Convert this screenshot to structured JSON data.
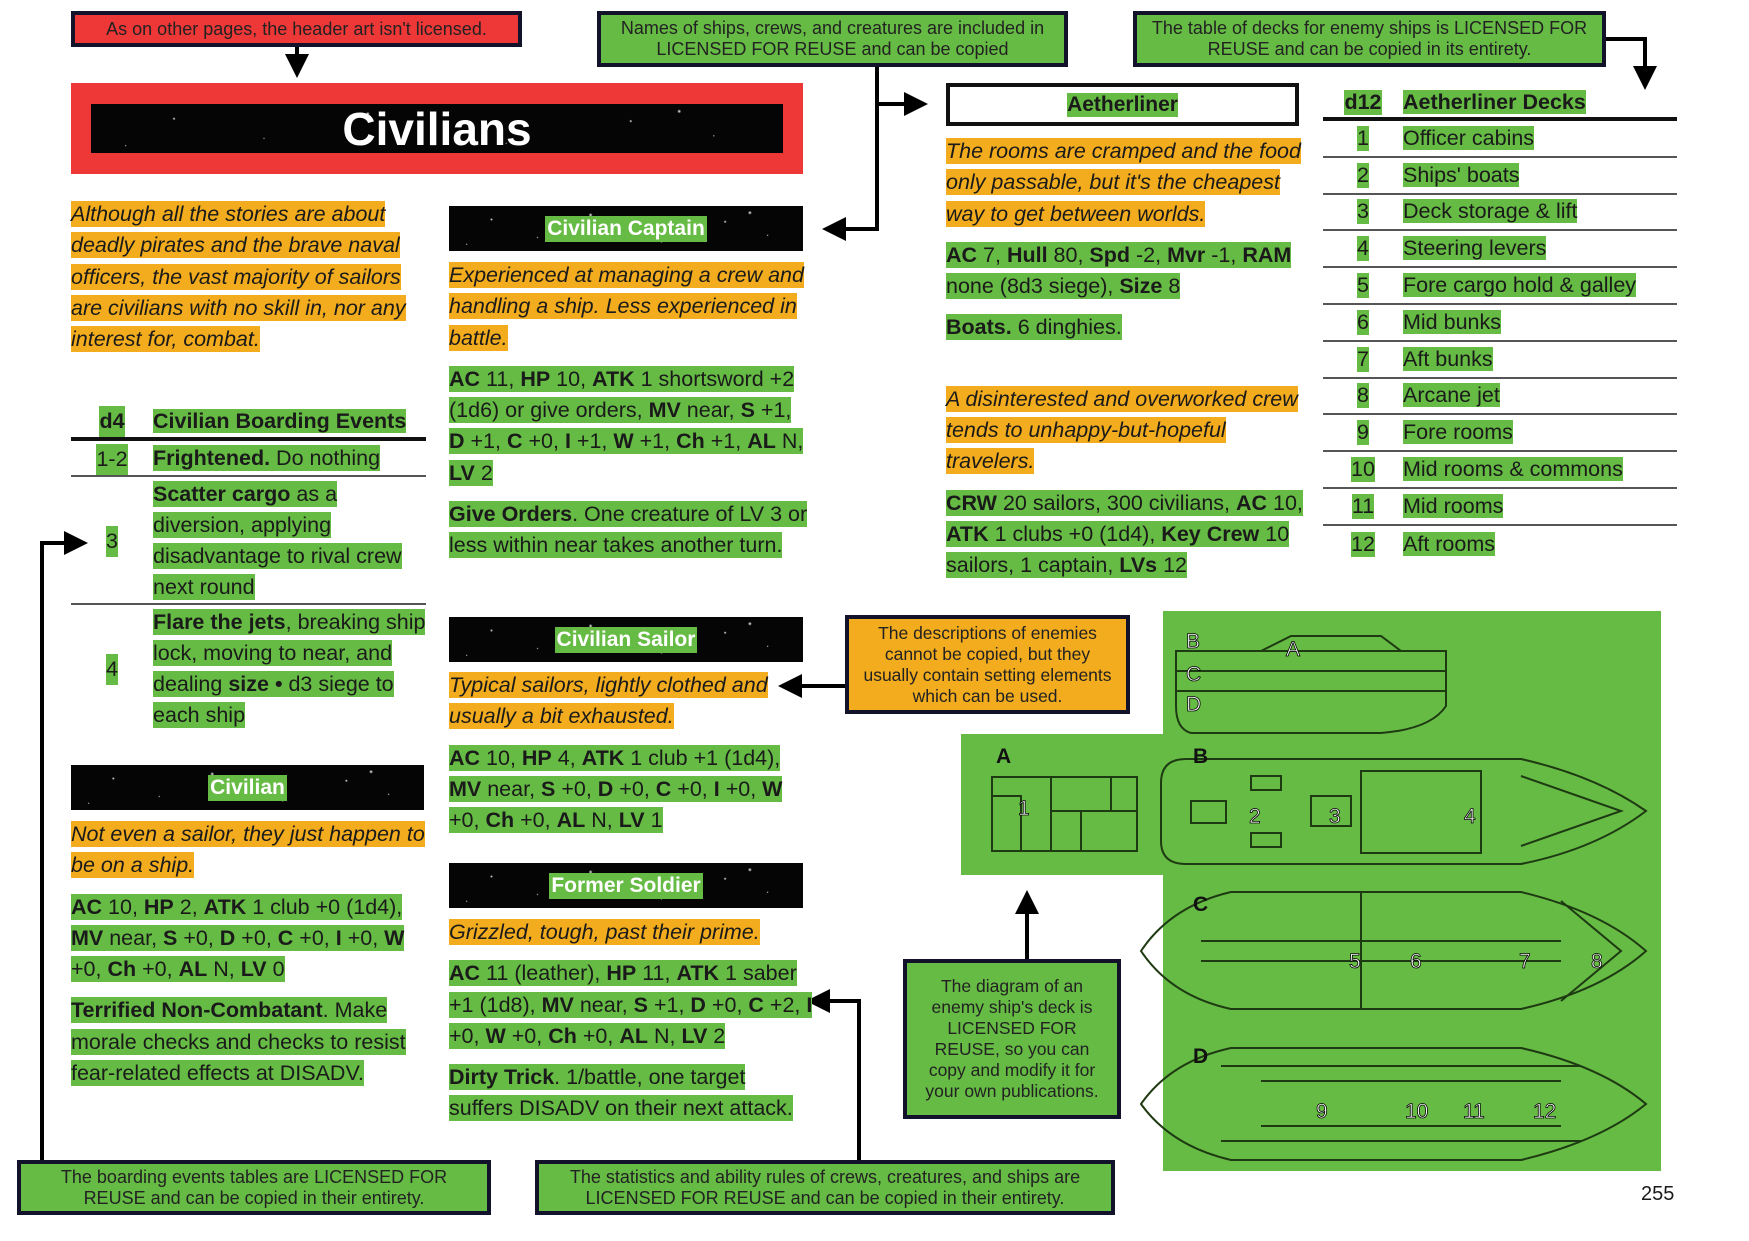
{
  "notes": {
    "header_art": "As on other pages, the header art isn't licensed.",
    "names": "Names of ships, crews, and creatures are included in LICENSED FOR REUSE and can be copied",
    "decks_table": "The table of decks for enemy ships is LICENSED FOR REUSE and can be copied in its entirety.",
    "descriptions": "The descriptions of enemies cannot be copied, but they usually contain setting elements which can be used.",
    "diagram": "The diagram of an enemy ship's deck is LICENSED FOR REUSE, so you can copy and modify it for your own publications.",
    "boarding": "The boarding events tables are LICENSED FOR REUSE and can be copied in their entirety.",
    "statistics": "The statistics and ability rules of crews, creatures, and ships are LICENSED FOR REUSE and can be copied in their entirety."
  },
  "header": {
    "title": "Civilians"
  },
  "intro": "Although all the stories are about deadly pirates and the brave naval officers, the vast majority of sailors are civilians with no skill in, nor any interest for, combat.",
  "boarding_table": {
    "die": "d4",
    "title": "Civilian Boarding Events",
    "rows": [
      {
        "roll": "1-2",
        "text": "**Frightened.** Do nothing"
      },
      {
        "roll": "3",
        "text": "**Scatter cargo** as a diversion, applying disadvantage to rival crew next round"
      },
      {
        "roll": "4",
        "text": "**Flare the jets**, breaking ship lock, moving to near, and dealing **size •** d3 siege to each ship"
      }
    ]
  },
  "creatures": {
    "civilian": {
      "name": "Civilian",
      "desc": "Not even a sailor, they just happen to be on a ship.",
      "stats": "**AC** 10, **HP** 2, **ATK** 1 club +0 (1d4), **MV** near, **S** +0, **D** +0, **C** +0, **I** +0, **W** +0, **Ch** +0, **AL** N, **LV** 0",
      "ability": "**Terrified Non-Combatant**. Make morale checks and checks to resist fear-related effects at DISADV."
    },
    "captain": {
      "name": "Civilian Captain",
      "desc": "Experienced at managing a crew and handling a ship. Less experienced in battle.",
      "stats": "**AC** 11, **HP** 10, **ATK** 1 shortsword +2 (1d6) or give orders, **MV** near, **S** +1, **D** +1, **C** +0, **I** +1, **W** +1, **Ch** +1, **AL** N, **LV** 2",
      "ability": "**Give Orders**. One creature of LV 3 or less within near takes another turn."
    },
    "sailor": {
      "name": "Civilian Sailor",
      "desc": "Typical sailors, lightly clothed and usually a bit exhausted.",
      "stats": "**AC** 10, **HP** 4, **ATK** 1 club +1 (1d4), **MV** near, **S** +0, **D** +0, **C** +0, **I** +0, **W** +0, **Ch** +0, **AL** N, **LV** 1"
    },
    "soldier": {
      "name": "Former Soldier",
      "desc": "Grizzled, tough, past their prime.",
      "stats": "**AC** 11 (leather), **HP** 11, **ATK** 1 saber +1 (1d8), **MV** near, **S** +1, **D** +0, **C** +2, **I** +0, **W** +0, **Ch** +0, **AL** N, **LV** 2",
      "ability": "**Dirty Trick**. 1/battle, one target suffers DISADV on their next attack."
    }
  },
  "ship": {
    "name": "Aetherliner",
    "desc": "The rooms are cramped and the food only passable, but it's the cheapest way to get between worlds.",
    "stats": "**AC** 7, **Hull** 80, **Spd** -2, **Mvr** -1, **RAM** none (8d3 siege), **Size** 8",
    "boats": "**Boats.** 6 dinghies.",
    "crew_desc": "A disinterested and overworked crew tends to unhappy-but-hopeful travelers.",
    "crew_stats": "**CRW** 20 sailors, 300 civilians, **AC** 10, **ATK** 1 clubs +0 (1d4), **Key Crew** 10 sailors, 1 captain, **LVs** 12"
  },
  "decks_table": {
    "die": "d12",
    "title": "Aetherliner Decks",
    "rows": [
      {
        "roll": "1",
        "deck": "Officer cabins"
      },
      {
        "roll": "2",
        "deck": "Ships' boats"
      },
      {
        "roll": "3",
        "deck": "Deck storage & lift"
      },
      {
        "roll": "4",
        "deck": "Steering levers"
      },
      {
        "roll": "5",
        "deck": "Fore cargo hold & galley"
      },
      {
        "roll": "6",
        "deck": "Mid bunks"
      },
      {
        "roll": "7",
        "deck": "Aft bunks"
      },
      {
        "roll": "8",
        "deck": "Arcane jet"
      },
      {
        "roll": "9",
        "deck": "Fore rooms"
      },
      {
        "roll": "10",
        "deck": "Mid rooms & commons"
      },
      {
        "roll": "11",
        "deck": "Mid rooms"
      },
      {
        "roll": "12",
        "deck": "Aft rooms"
      }
    ]
  },
  "map": {
    "deck_labels": [
      "A",
      "B",
      "C",
      "D"
    ],
    "room_numbers": [
      "1",
      "2",
      "3",
      "4",
      "5",
      "6",
      "7",
      "8",
      "9",
      "10",
      "11",
      "12"
    ]
  },
  "page_number": "255",
  "colors": {
    "green": "#66bb44",
    "orange": "#f2ac1e",
    "red": "#ee3737"
  }
}
